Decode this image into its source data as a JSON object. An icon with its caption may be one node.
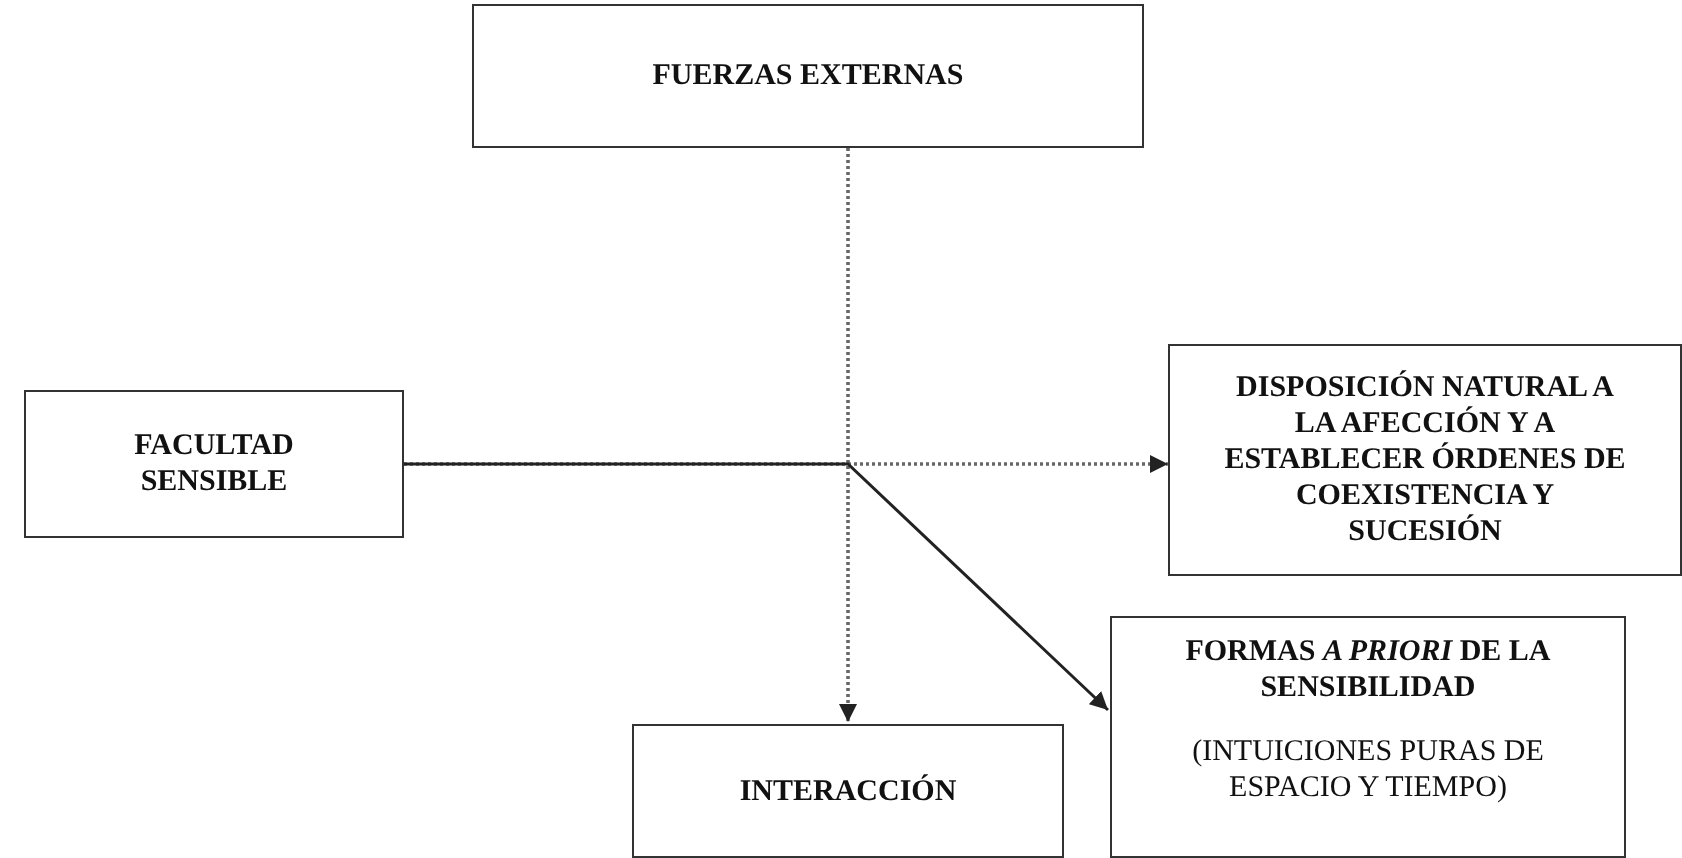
{
  "diagram": {
    "nodes": [
      {
        "text": [
          "FUERZAS EXTERNAS"
        ]
      },
      {
        "text": [
          "FACULTAD SENSIBLE"
        ]
      },
      {
        "text": [
          "DISPOSICIÓN NATURAL A LA AFECCIÓN Y A ESTABLECER ÓRDENES DE COEXISTENCIA Y SUCESIÓN"
        ]
      },
      {
        "text": [
          "FORMAS *A PRIORI* DE LA SENSIBILIDAD",
          "(INTUICIONES PURAS DE ESPACIO Y TIEMPO)"
        ]
      },
      {
        "text": [
          "INTERACCIÓN"
        ]
      }
    ],
    "edges": [
      {
        "from": 0,
        "to": 4,
        "arrow": "to",
        "style": "dashed"
      },
      {
        "from": 1,
        "to": 2,
        "arrow": "to",
        "style": "dashed"
      },
      {
        "from": 1,
        "to": 3,
        "arrow": "to"
      }
    ]
  }
}
